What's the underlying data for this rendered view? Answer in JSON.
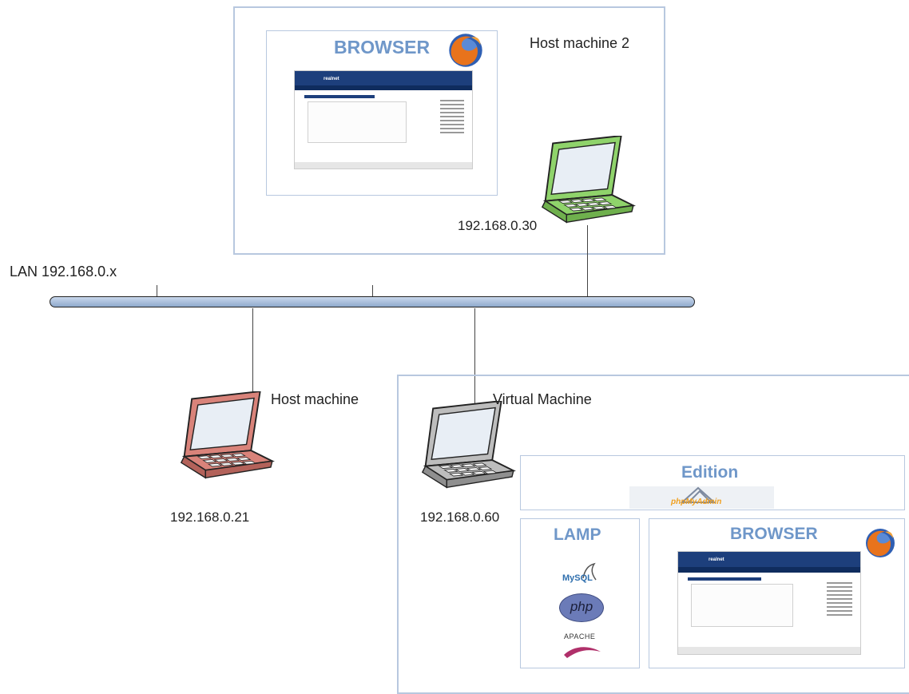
{
  "network": {
    "label": "LAN 192.168.0.x"
  },
  "host2": {
    "label": "Host machine 2",
    "ip": "192.168.0.30",
    "browser_title": "BROWSER"
  },
  "host1": {
    "label": "Host machine",
    "ip": "192.168.0.21"
  },
  "vm": {
    "label": "Virtual Machine",
    "ip": "192.168.0.60",
    "edition_title": "Edition",
    "edition_logo": "phpMyAdmin",
    "lamp_title": "LAMP",
    "lamp_logos": [
      "MySQL",
      "php",
      "APACHE"
    ],
    "browser_title": "BROWSER"
  },
  "shot": {
    "brand": "realnet"
  },
  "icons": [
    "firefox-icon",
    "laptop-icon",
    "mysql-icon",
    "php-icon",
    "apache-icon",
    "phpmyadmin-icon"
  ],
  "colors": {
    "box_border": "#b8c8df",
    "title": "#6f97c9",
    "laptop_green": "#8fd36b",
    "laptop_red": "#d9837a",
    "laptop_gray": "#bdbdbd",
    "bus": "#a9c1de"
  }
}
